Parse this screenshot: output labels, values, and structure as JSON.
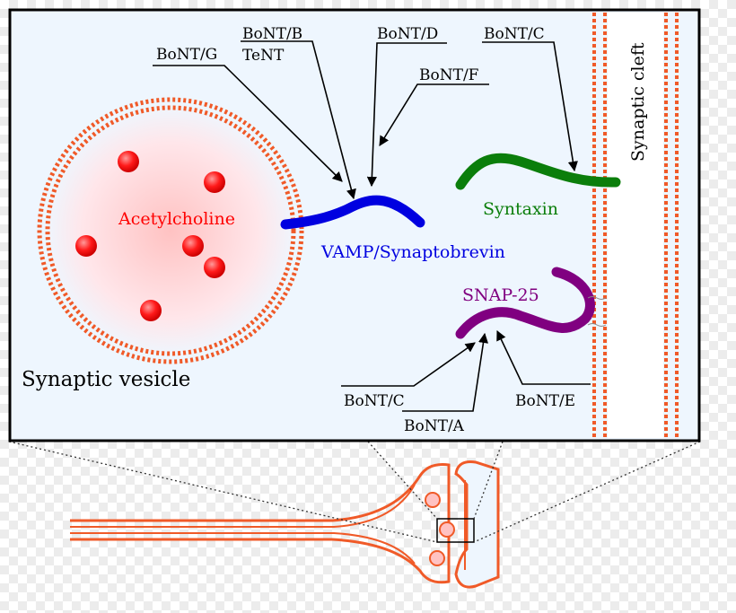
{
  "labels": {
    "vesicle": "Synaptic vesicle",
    "neurotransmitter": "Acetylcholine",
    "vamp": "VAMP/Synaptobrevin",
    "syntaxin": "Syntaxin",
    "snap25": "SNAP-25",
    "cleft": "Synaptic cleft"
  },
  "toxins": {
    "bont_g": "BoNT/G",
    "bont_b": "BoNT/B",
    "tent": "TeNT",
    "bont_d": "BoNT/D",
    "bont_f": "BoNT/F",
    "bont_c_syntaxin": "BoNT/C",
    "bont_c_snap": "BoNT/C",
    "bont_a": "BoNT/A",
    "bont_e": "BoNT/E"
  },
  "colors": {
    "membrane": "#f05a28",
    "vamp": "#0000e0",
    "syntaxin": "#0b7e0b",
    "snap25": "#800080",
    "acetylcholine": "#ff0000",
    "panel_bg": "#eef6fe"
  }
}
